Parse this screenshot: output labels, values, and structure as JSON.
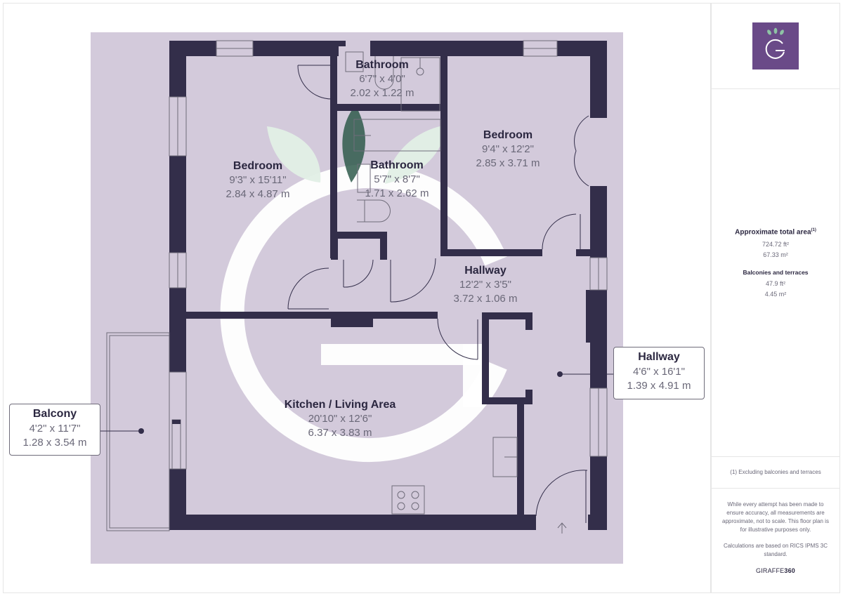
{
  "colors": {
    "plan_bg": "#d3cadb",
    "wall": "#332e4a",
    "brand_purple": "#6a4a88",
    "leaf_green": "#8ec3a5",
    "text_dark": "#2b2740",
    "text_muted": "#6a6878"
  },
  "logo": {
    "letter": "G",
    "icon": "giraffe360-logo-icon"
  },
  "rooms": [
    {
      "id": "bathroom-1",
      "name": "Bathroom",
      "imperial": "6'7\" x 4'0\"",
      "metric": "2.02 x 1.22 m"
    },
    {
      "id": "bedroom-1",
      "name": "Bedroom",
      "imperial": "9'3\" x 15'11\"",
      "metric": "2.84 x 4.87 m"
    },
    {
      "id": "bathroom-2",
      "name": "Bathroom",
      "imperial": "5'7\" x 8'7\"",
      "metric": "1.71 x 2.62 m"
    },
    {
      "id": "bedroom-2",
      "name": "Bedroom",
      "imperial": "9'4\" x 12'2\"",
      "metric": "2.85 x 3.71 m"
    },
    {
      "id": "hallway-1",
      "name": "Hallway",
      "imperial": "12'2\" x 3'5\"",
      "metric": "3.72 x 1.06 m"
    },
    {
      "id": "kitchen",
      "name": "Kitchen / Living Area",
      "imperial": "20'10\" x 12'6\"",
      "metric": "6.37 x 3.83 m"
    }
  ],
  "callouts": [
    {
      "id": "balcony",
      "name": "Balcony",
      "imperial": "4'2\" x 11'7\"",
      "metric": "1.28 x 3.54 m"
    },
    {
      "id": "hallway-2",
      "name": "Hallway",
      "imperial": "4'6\" x 16'1\"",
      "metric": "1.39 x 4.91 m"
    }
  ],
  "summary": {
    "total_title": "Approximate total area",
    "total_footnote": "(1)",
    "total_ft": "724.72 ft²",
    "total_m": "67.33 m²",
    "balconies_title": "Balconies and terraces",
    "balconies_ft": "47.9 ft²",
    "balconies_m": "4.45 m²"
  },
  "footnote": "(1) Excluding balconies and terraces",
  "disclaimer": "While every attempt has been made to ensure accuracy, all measurements are approximate, not to scale. This floor plan is for illustrative purposes only.",
  "calculation_note": "Calculations are based on RICS IPMS 3C standard.",
  "brand": {
    "prefix": "GIRAFFE",
    "suffix": "360"
  }
}
